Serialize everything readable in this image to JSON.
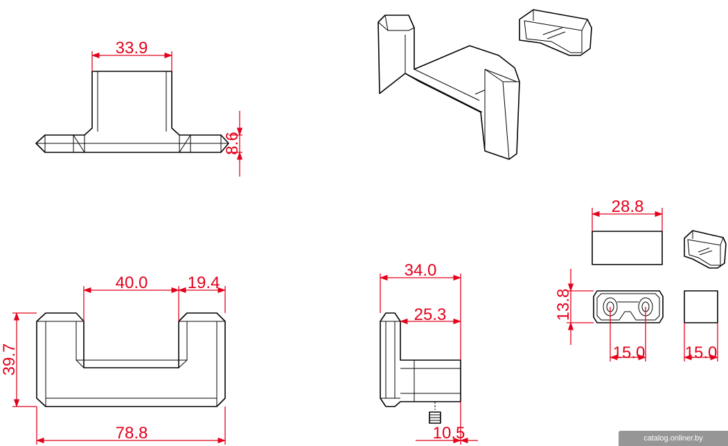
{
  "dimensions": {
    "top_view_width": "33.9",
    "top_view_base_height": "8.6",
    "front_inner_width": "40.0",
    "front_arm_width": "19.4",
    "front_height": "39.7",
    "front_total_width": "78.8",
    "side_depth": "34.0",
    "side_arm_depth": "25.3",
    "side_base": "10.5",
    "cap_width": "28.8",
    "plate_height": "13.8",
    "plate_hole_spacing": "15.0",
    "cap_side": "15.0"
  },
  "watermark": "catalog.onliner.by",
  "colors": {
    "dimension": "#e3001b",
    "outline": "#000000",
    "background": "#ffffff"
  }
}
